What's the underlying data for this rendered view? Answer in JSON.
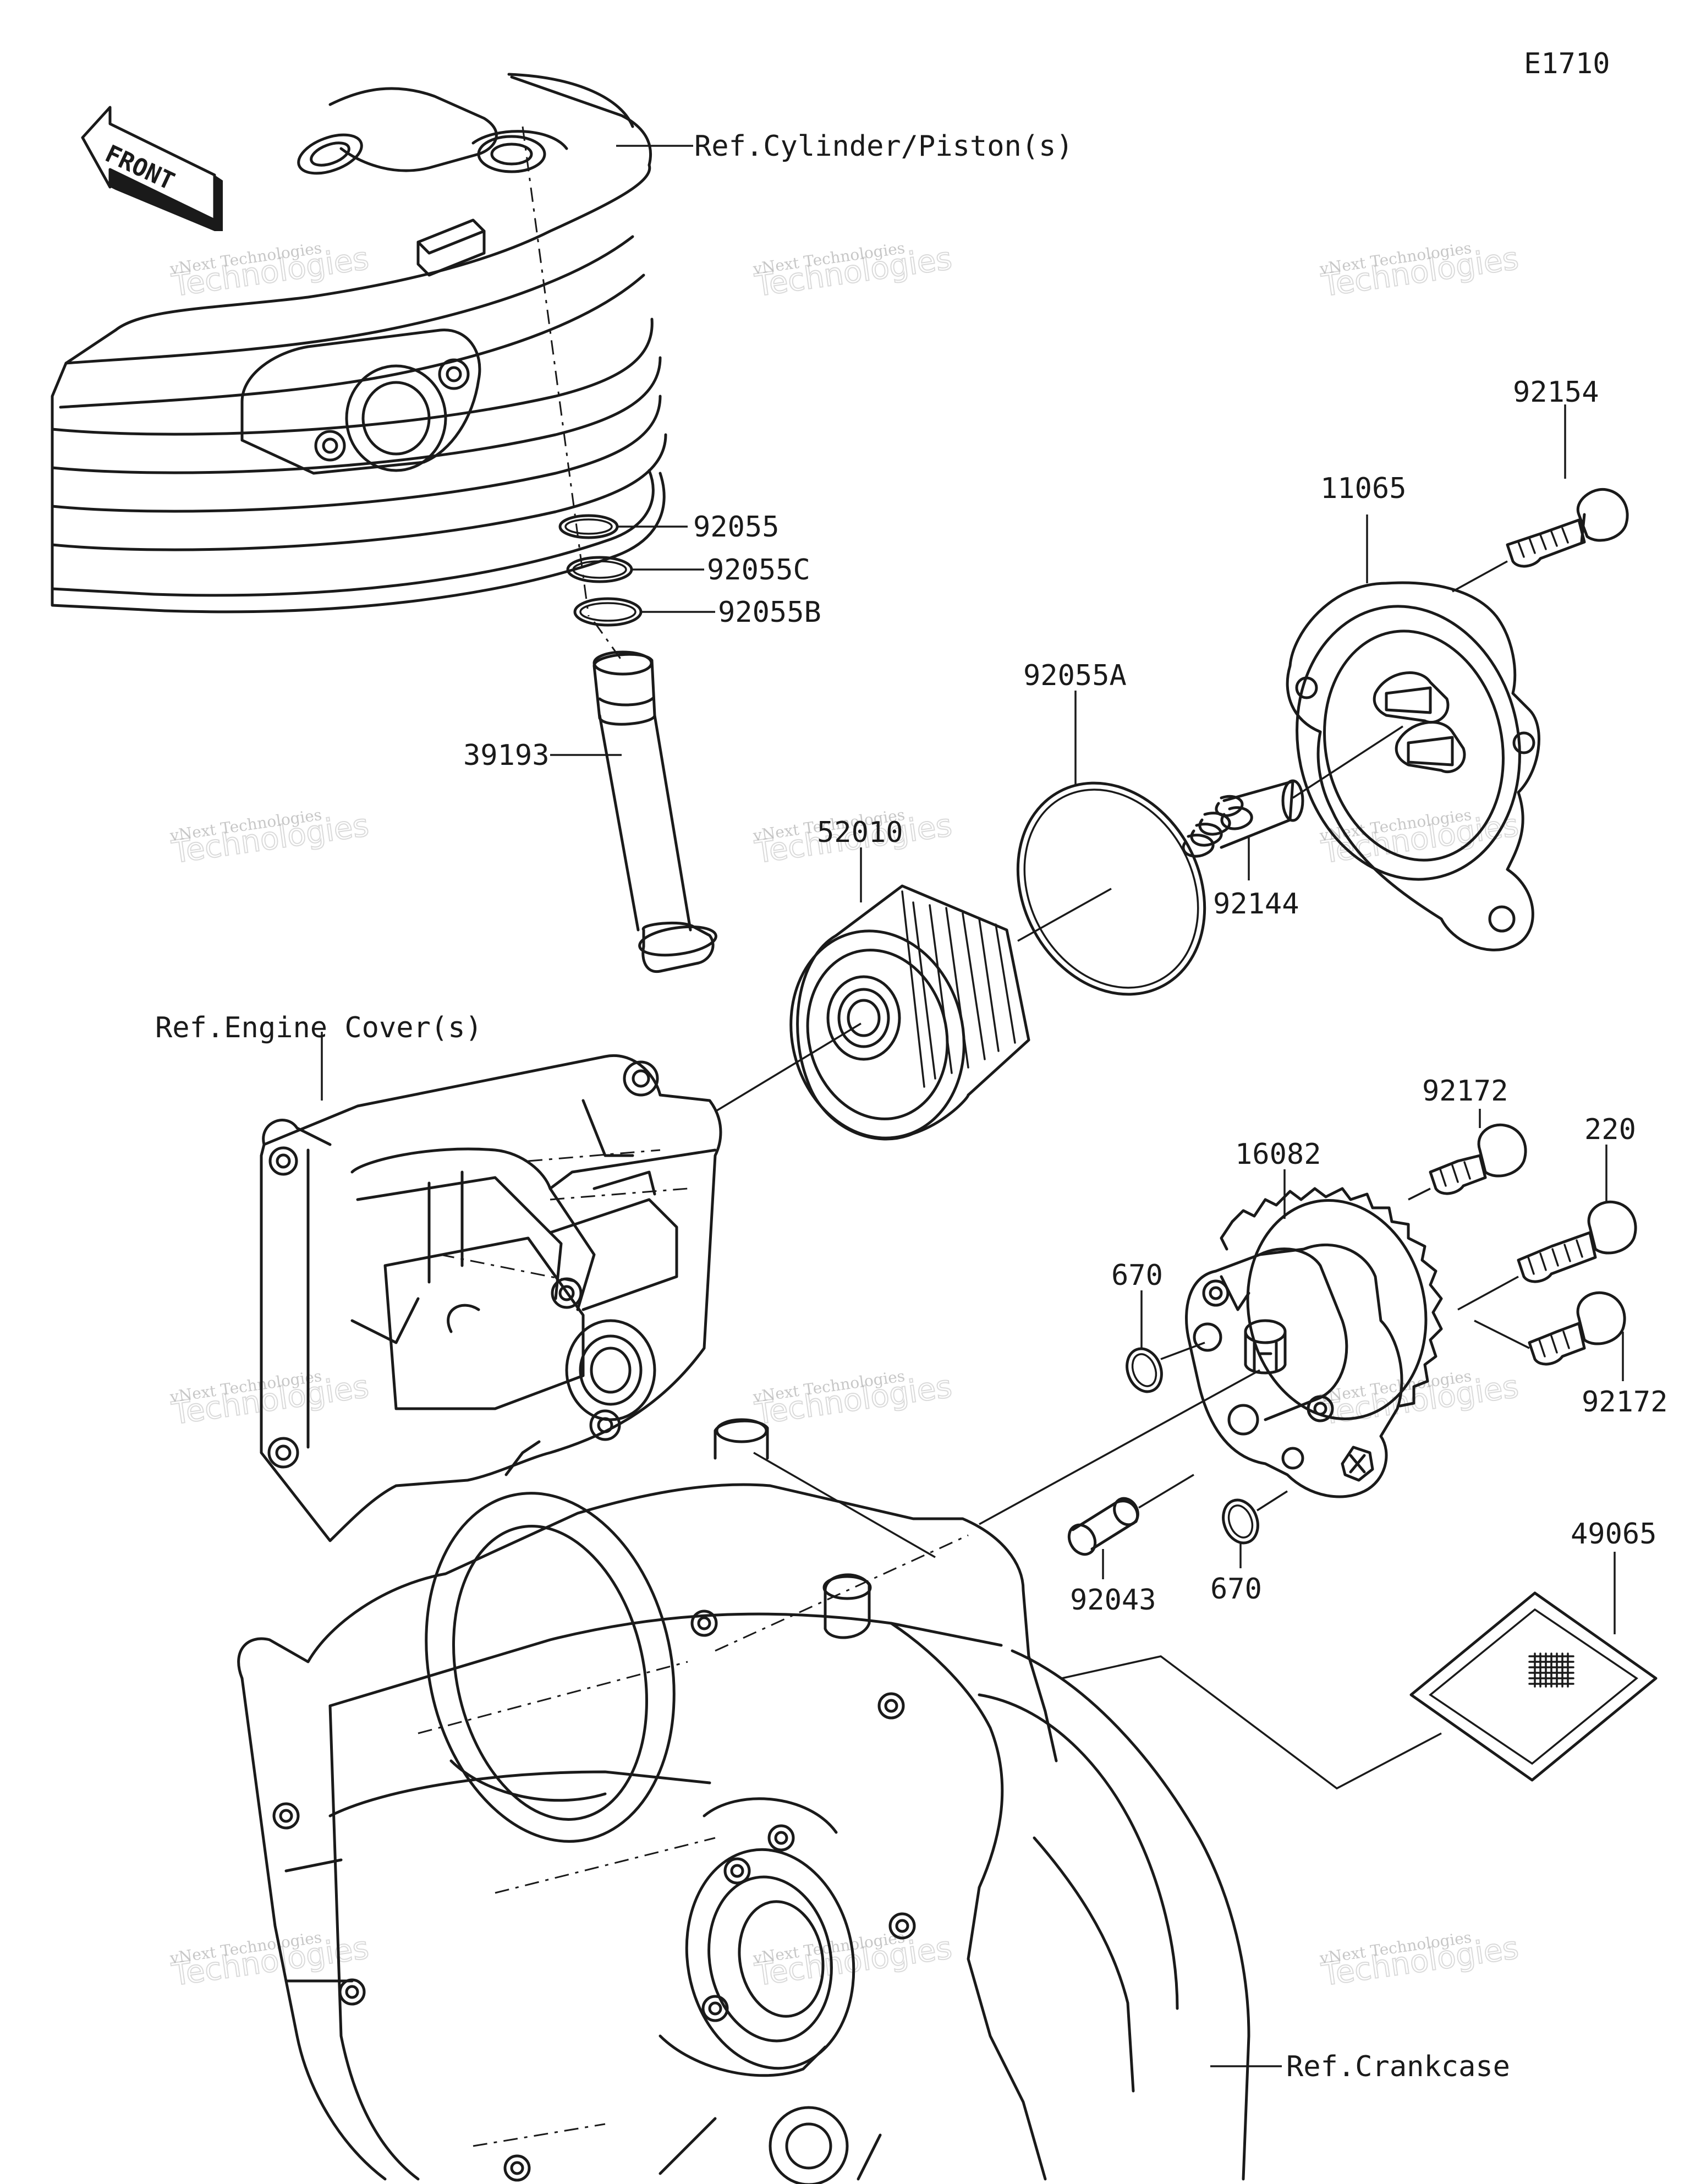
{
  "diagram_code": "E1710",
  "front_label": "FRONT",
  "references": {
    "cylinder": "Ref.Cylinder/Piston(s)",
    "engine_cover": "Ref.Engine Cover(s)",
    "crankcase": "Ref.Crankcase"
  },
  "parts": {
    "p92154": "92154",
    "p11065": "11065",
    "p92055": "92055",
    "p92055C": "92055C",
    "p92055B": "92055B",
    "p92055A": "92055A",
    "p39193": "39193",
    "p52010": "52010",
    "p92144": "92144",
    "p92172a": "92172",
    "p16082": "16082",
    "p220": "220",
    "p670a": "670",
    "p92172b": "92172",
    "p670b": "670",
    "p92043": "92043",
    "p49065": "49065"
  },
  "watermark": {
    "line1": "vNext Technologies",
    "line2": "Technologies"
  }
}
